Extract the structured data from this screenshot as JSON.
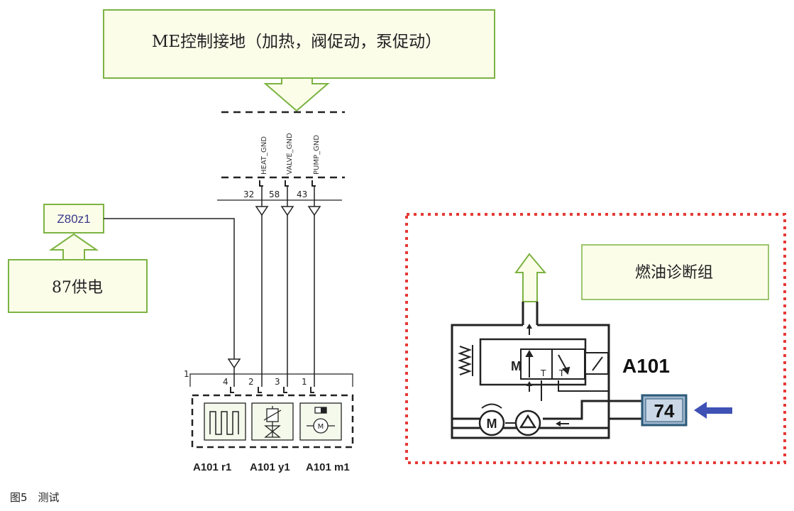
{
  "top_box": {
    "label": "ME控制接地（加热，阀促动，泵促动）"
  },
  "left_supply": {
    "connector": "Z80z1",
    "label": "87供电"
  },
  "signals": [
    {
      "name": "HEAT_GND",
      "pin": "32"
    },
    {
      "name": "VALVE_GND",
      "pin": "58"
    },
    {
      "name": "PUMP_GND",
      "pin": "43"
    }
  ],
  "component": {
    "ref": "1",
    "pins": [
      "4",
      "2",
      "3",
      "1"
    ],
    "labels": [
      "A101 r1",
      "A101 y1",
      "A101 m1"
    ]
  },
  "fuel_group": {
    "label": "燃油诊断组",
    "module": "A101",
    "connector": "74"
  },
  "caption": "图5　测试",
  "icons": [
    "heater-icon",
    "valve-icon",
    "motor-icon",
    "pump-icon",
    "arrow-icon"
  ],
  "colors": {
    "box_border": "#7cb342",
    "box_fill": "#fbfde9",
    "dotted_red": "#e53935",
    "arrow_blue": "#3f51b5",
    "connector_fill": "#9fb6cd",
    "connector_border": "#2c5a7a"
  }
}
